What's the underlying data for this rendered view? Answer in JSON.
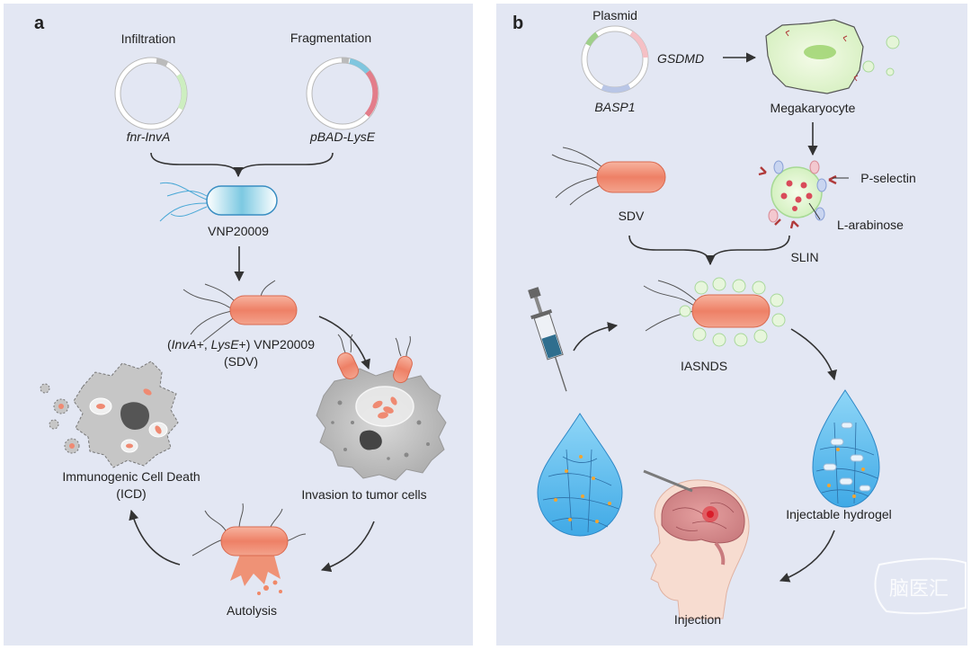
{
  "panel_a": {
    "letter": "a",
    "infiltration": "Infiltration",
    "fragmentation": "Fragmentation",
    "plasmid_invA": "fnr-InvA",
    "plasmid_lysE": "pBAD-LysE",
    "vnp": "VNP20009",
    "sdv_line1_a": "(",
    "sdv_line1_b": "InvA",
    "sdv_line1_c": "+, ",
    "sdv_line1_d": "LysE",
    "sdv_line1_e": "+) VNP20009",
    "sdv_line2": "(SDV)",
    "invasion": "Invasion to tumor cells",
    "icd_line1": "Immunogenic Cell Death",
    "icd_line2": "(ICD)",
    "autolysis": "Autolysis"
  },
  "panel_b": {
    "letter": "b",
    "plasmid": "Plasmid",
    "gsdmd": "GSDMD",
    "basp1": "BASP1",
    "megakaryocyte": "Megakaryocyte",
    "p_selectin": "P-selectin",
    "l_arabinose": "L-arabinose",
    "sdv": "SDV",
    "slin": "SLIN",
    "iasnds": "IASNDS",
    "injectable_hydrogel": "Injectable hydrogel",
    "injection": "Injection",
    "watermark": "脑医汇"
  },
  "colors": {
    "panel_bg": "#e3e7f3",
    "bacterium": "#f0927a",
    "vnp": "#8fd3e8",
    "gel": "#6ec3ef",
    "cell": "#b5b5b5"
  }
}
